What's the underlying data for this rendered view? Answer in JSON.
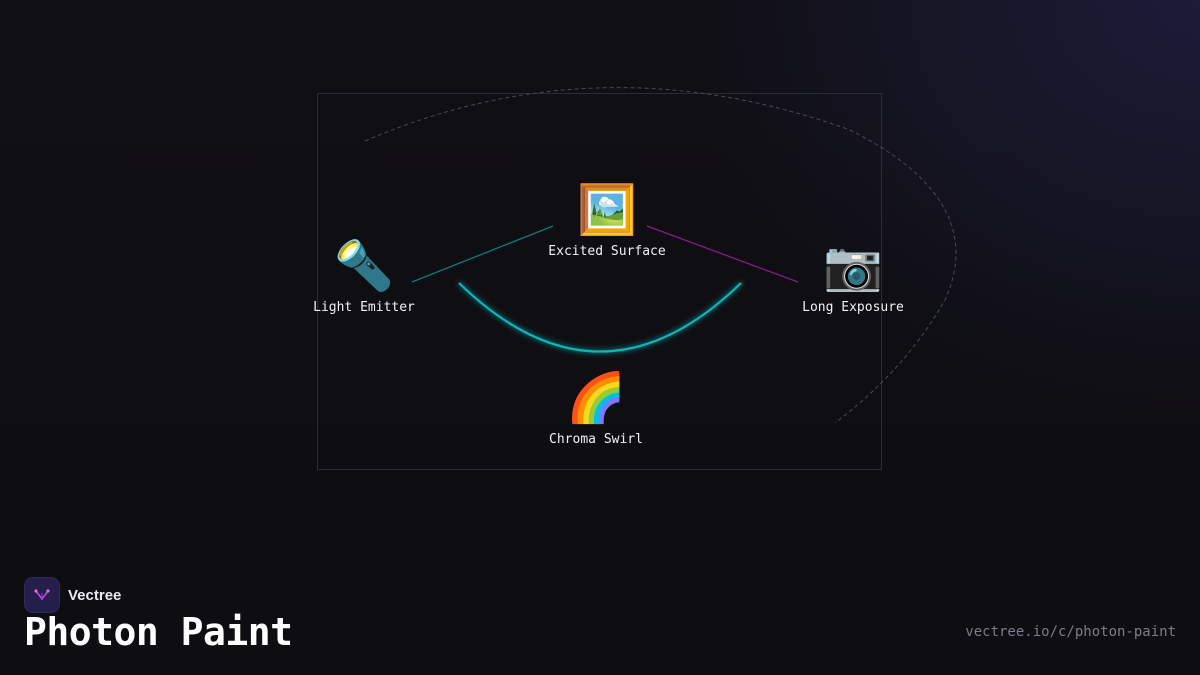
{
  "diagram": {
    "nodes": [
      {
        "id": "light-emitter",
        "label": "Light Emitter",
        "icon": "flashlight-icon",
        "glyph": "🔦"
      },
      {
        "id": "excited-surface",
        "label": "Excited Surface",
        "icon": "framed-picture-icon",
        "glyph": "🖼️"
      },
      {
        "id": "long-exposure",
        "label": "Long Exposure",
        "icon": "camera-icon",
        "glyph": "📷"
      },
      {
        "id": "chroma-swirl",
        "label": "Chroma Swirl",
        "icon": "rainbow-icon",
        "glyph": "🌈"
      }
    ],
    "edges": [
      {
        "from": "light-emitter",
        "to": "excited-surface",
        "color": "#0e7a80"
      },
      {
        "from": "excited-surface",
        "to": "long-exposure",
        "color": "#8a1a8c"
      },
      {
        "from": "light-emitter",
        "to": "long-exposure",
        "via": "chroma-swirl",
        "color": "#0fb5b8"
      }
    ]
  },
  "brand": {
    "name": "Vectree",
    "logo": "vectree-logo-icon",
    "accent": "#c04bd8"
  },
  "footer": {
    "title": "Photon Paint",
    "url": "vectree.io/c/photon-paint"
  }
}
